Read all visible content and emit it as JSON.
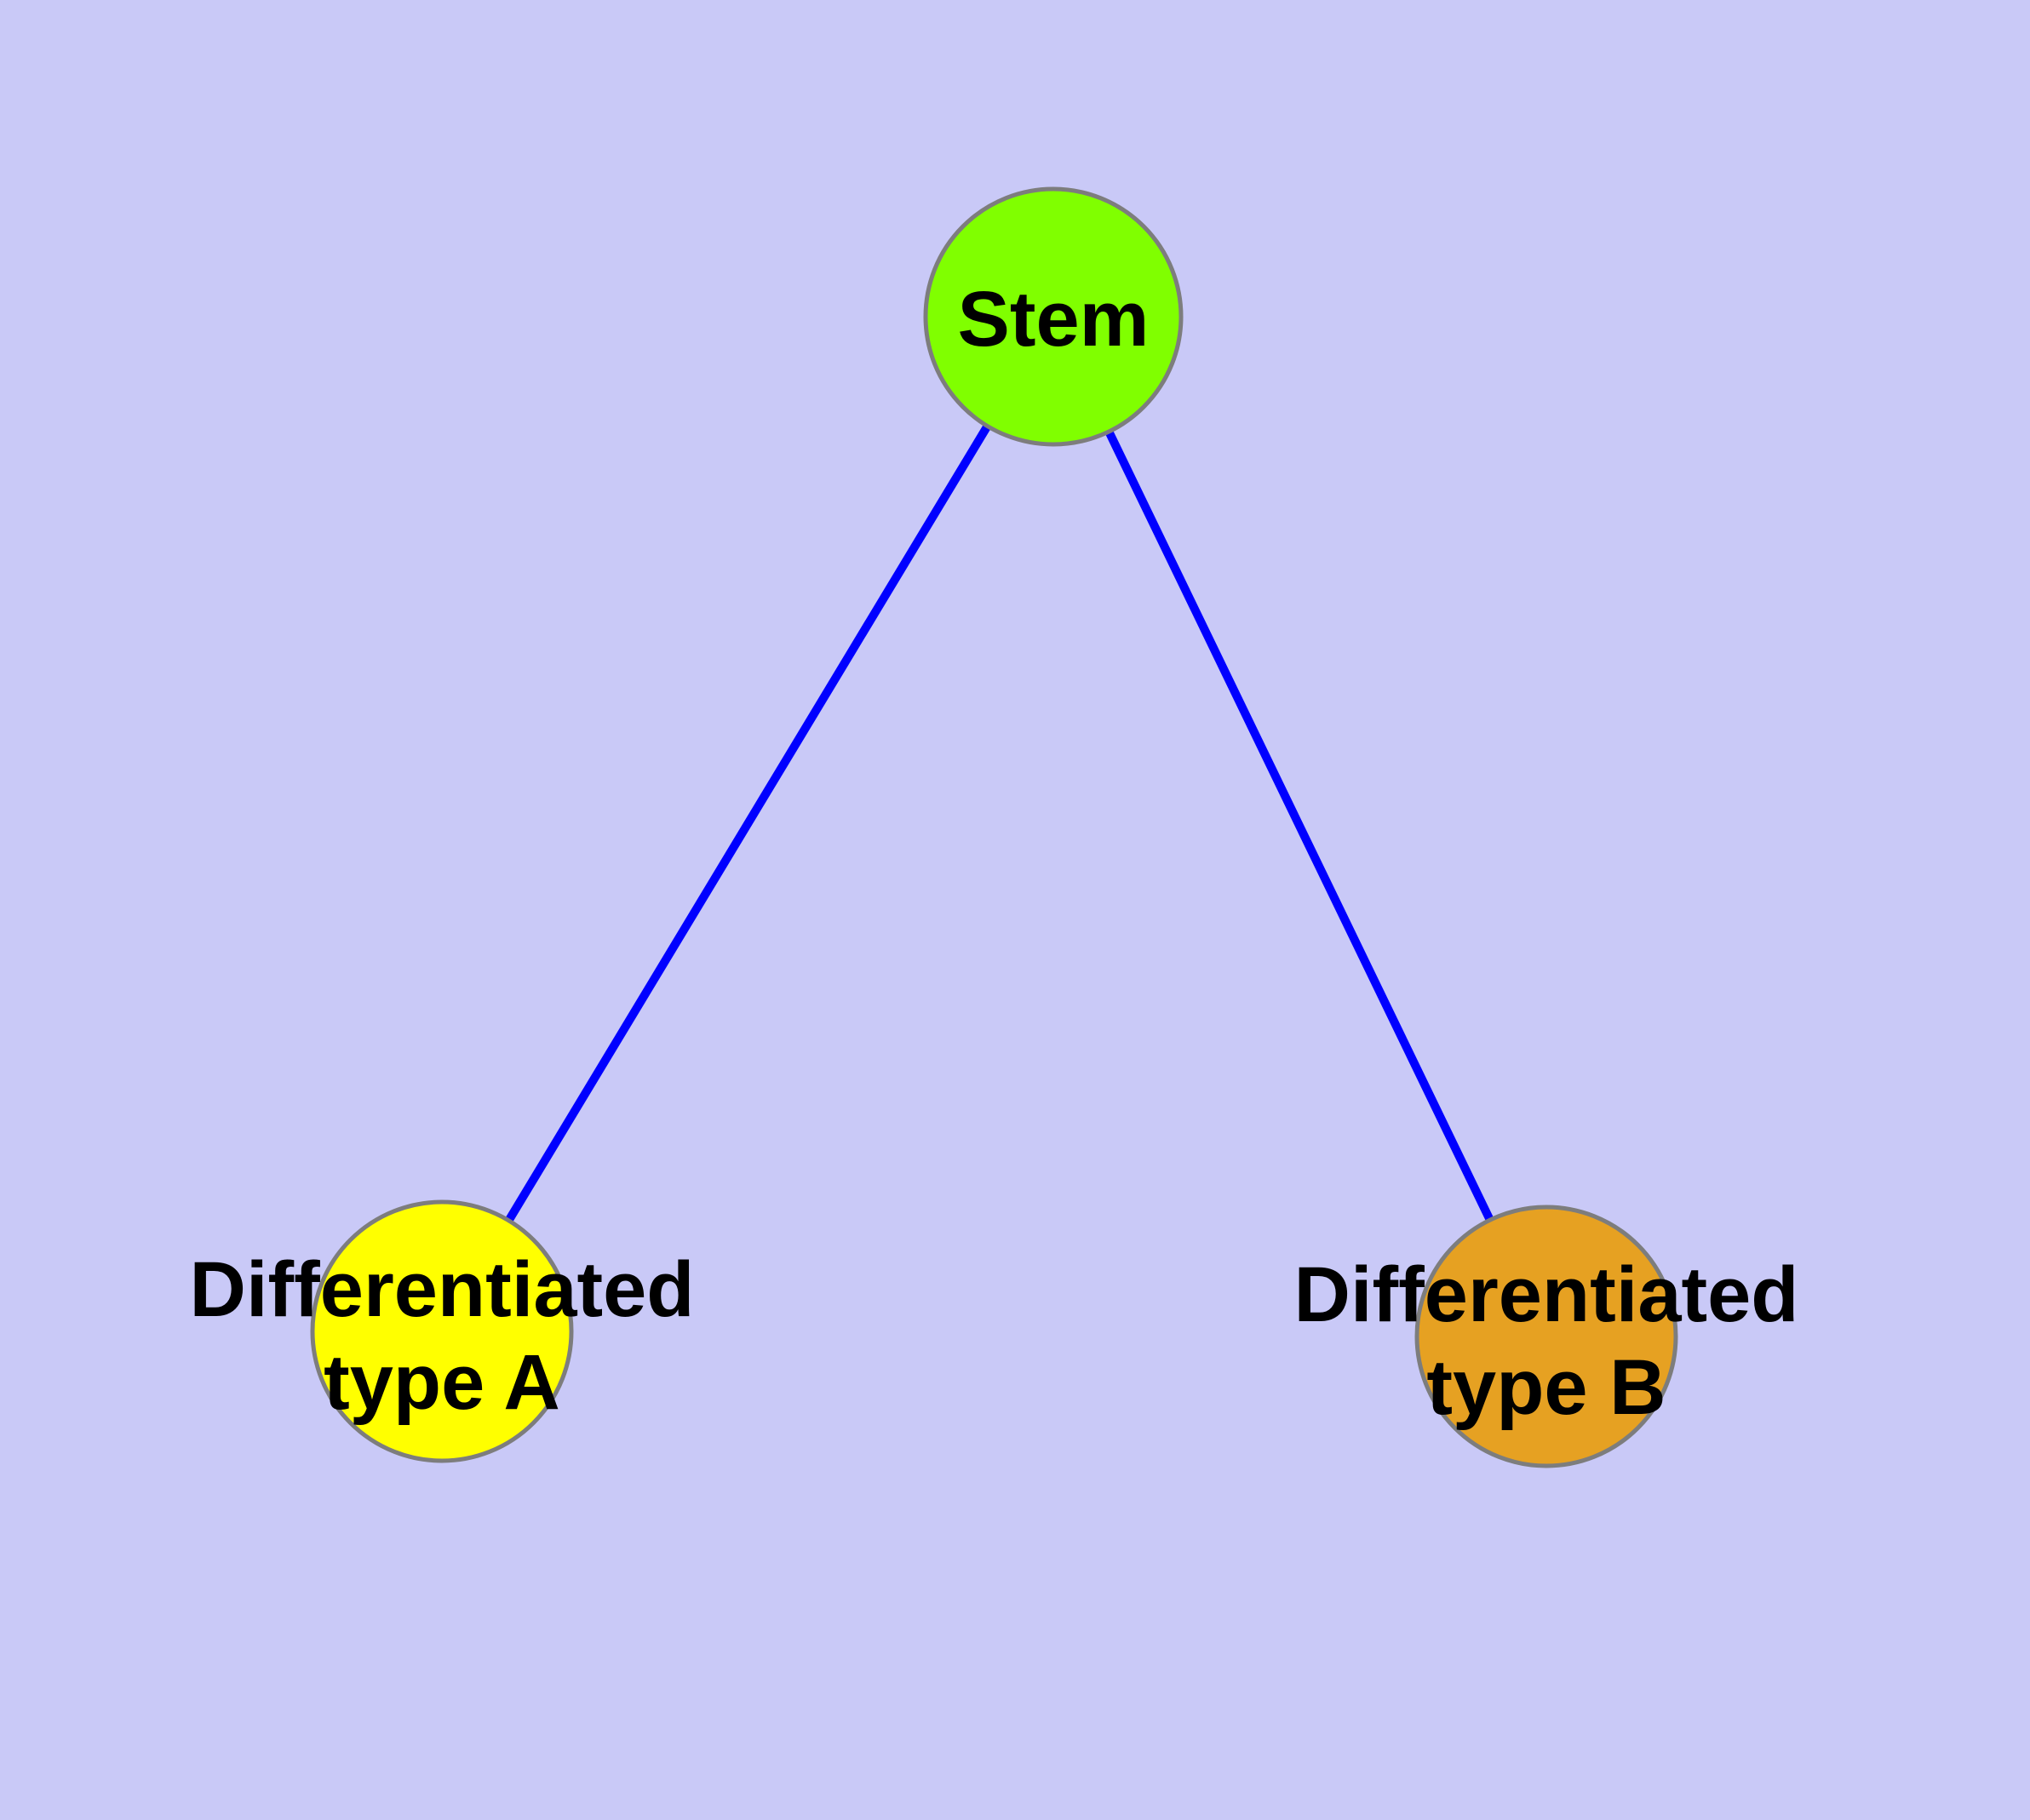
{
  "diagram": {
    "kind": "network-diagram",
    "colors": {
      "background": "#C9C9F7",
      "edge": "#0000FF",
      "node_border": "#7D7D7D",
      "label": "#000000"
    },
    "nodes": {
      "stem": {
        "label": "Stem",
        "fill": "#80FF00"
      },
      "type_a": {
        "label_line1": "Differentiated",
        "label_line2": "type A",
        "fill": "#FFFF00"
      },
      "type_b": {
        "label_line1": "Differentiated",
        "label_line2": "type B",
        "fill": "#E6A122"
      }
    },
    "edges": [
      {
        "from": "Stem",
        "to": "Differentiated type A"
      },
      {
        "from": "Stem",
        "to": "Differentiated type B"
      }
    ]
  }
}
